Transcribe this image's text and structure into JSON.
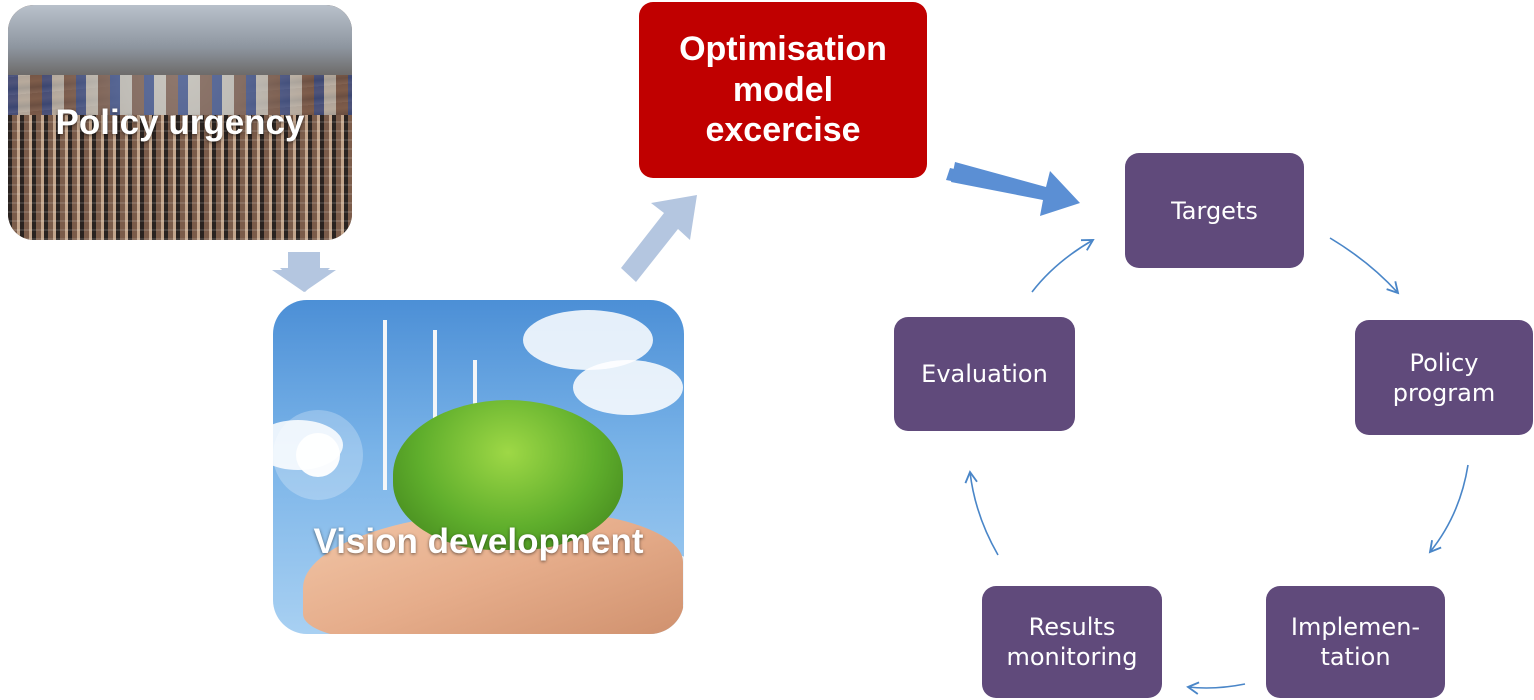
{
  "panels": {
    "policy_label": "Policy urgency",
    "vision_label": "Vision development"
  },
  "optimisation": {
    "label": "Optimisation\nmodel\nexcercise",
    "color": "#c00000"
  },
  "cycle": {
    "color": "#604a7b",
    "arrow_color": "#4a86c8",
    "steps": [
      {
        "key": "targets",
        "label": "Targets"
      },
      {
        "key": "policy-program",
        "label": "Policy\nprogram"
      },
      {
        "key": "implementation",
        "label": "Implemen-\ntation"
      },
      {
        "key": "results-monitoring",
        "label": "Results\nmonitoring"
      },
      {
        "key": "evaluation",
        "label": "Evaluation"
      }
    ]
  },
  "flow_arrows": {
    "light_color": "#b4c6e0",
    "strong_color": "#5b8fd4"
  }
}
